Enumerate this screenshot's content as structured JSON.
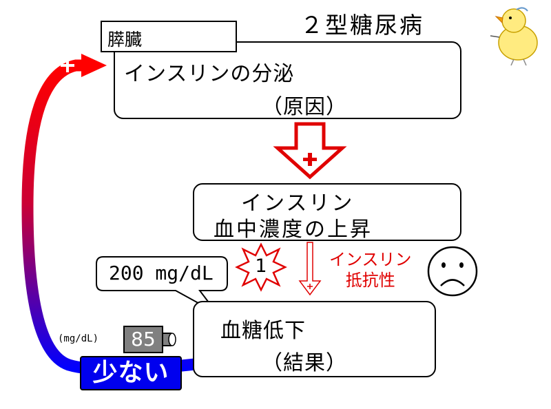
{
  "title": "２型糖尿病",
  "pancreas_label": "膵臓",
  "box1": {
    "line1": "インスリンの分泌",
    "line2": "（原因）"
  },
  "box2": {
    "line1": "インスリン",
    "line2": "血中濃度の上昇"
  },
  "box3": {
    "line1": "血糖低下",
    "line2": "（結果）"
  },
  "resistance": {
    "line1": "インスリン",
    "line2": "抵抗性"
  },
  "speech_bubble": "200 mg/dL",
  "burst_number": "1",
  "glucose_unit": "(mg/dL)",
  "glucose_value": "85",
  "low_label": "少ない",
  "plus_sign": "+",
  "colors": {
    "up_arrow": "#e00000",
    "down_arrow": "#0000cc",
    "loop_top": "#ff0000",
    "loop_bottom": "#0000ff",
    "low_label_bg": "#0000ee",
    "glucose_meter": "#808080"
  },
  "icons": [
    "sad-face-icon",
    "chick-illustration-icon",
    "explosion-burst-icon"
  ]
}
